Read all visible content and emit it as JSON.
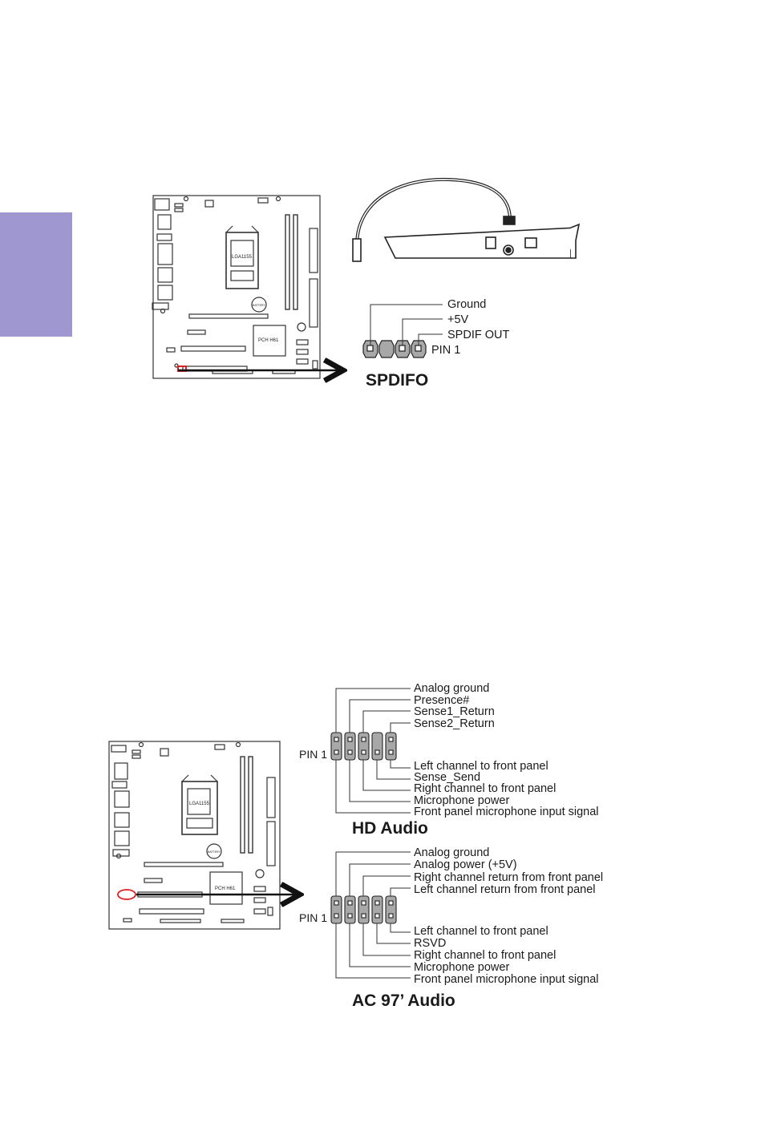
{
  "spdif": {
    "title": "SPDIFO",
    "pin1": "PIN 1",
    "pins": [
      "Ground",
      "+5V",
      "SPDIF OUT"
    ]
  },
  "hd_audio": {
    "title": "HD Audio",
    "pin1": "PIN 1",
    "top_labels": [
      "Analog ground",
      "Presence#",
      "Sense1_Return",
      "Sense2_Return"
    ],
    "bottom_labels": [
      "Left channel to front panel",
      "Sense_Send",
      "Right channel to front panel",
      "Microphone power",
      "Front panel microphone input signal"
    ]
  },
  "ac97_audio": {
    "title": "AC 97’ Audio",
    "pin1": "PIN 1",
    "top_labels": [
      "Analog ground",
      "Analog power (+5V)",
      "Right channel return from front panel",
      "Left channel return from front panel"
    ],
    "bottom_labels": [
      "Left channel to front panel",
      "RSVD",
      "Right channel to front panel",
      "Microphone power",
      "Front panel microphone input signal"
    ]
  },
  "board": {
    "cpu_socket": "LGA1155",
    "chipset": "PCH H61",
    "battery": "BATTERY"
  },
  "colors": {
    "sidebar": "#9f97cf",
    "pin_fill": "#a8a8a8",
    "highlight": "#e02020"
  }
}
